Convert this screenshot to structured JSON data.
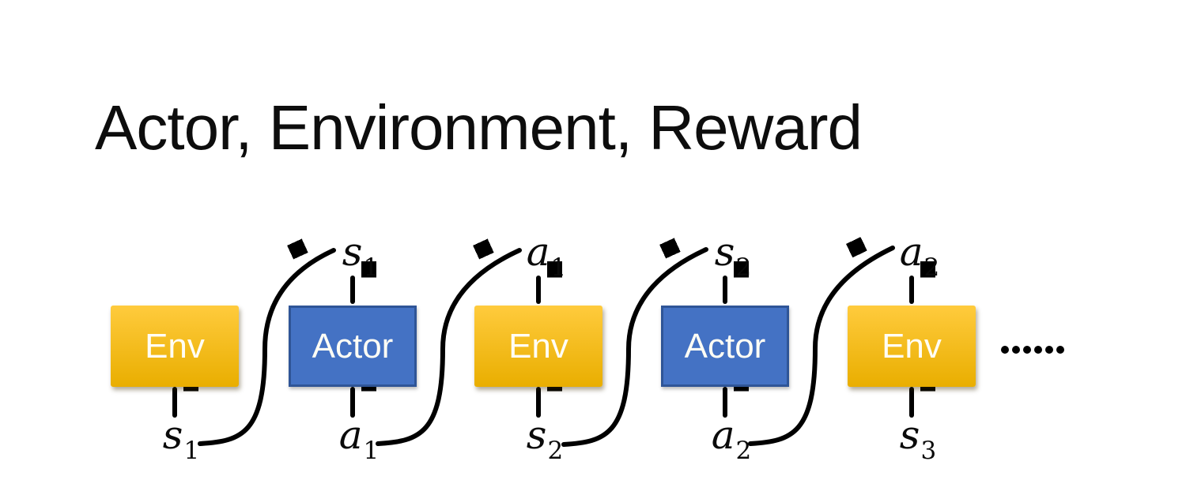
{
  "title": "Actor, Environment, Reward",
  "diagram": {
    "boxes": [
      {
        "label": "Env"
      },
      {
        "label": "Actor"
      },
      {
        "label": "Env"
      },
      {
        "label": "Actor"
      },
      {
        "label": "Env"
      }
    ],
    "top_labels": [
      {
        "base": "s",
        "sub": "1"
      },
      {
        "base": "a",
        "sub": "1"
      },
      {
        "base": "s",
        "sub": "2"
      },
      {
        "base": "a",
        "sub": "2"
      }
    ],
    "bottom_labels": [
      {
        "base": "s",
        "sub": "1"
      },
      {
        "base": "a",
        "sub": "1"
      },
      {
        "base": "s",
        "sub": "2"
      },
      {
        "base": "a",
        "sub": "2"
      },
      {
        "base": "s",
        "sub": "3"
      }
    ],
    "ellipsis_dot_count": 6
  },
  "colors": {
    "background": "#FFFFFF",
    "title_text": "#0d0d0d",
    "env_top": "#FFCB3D",
    "env_bottom": "#E9AE00",
    "actor_fill": "#4472C4",
    "actor_border": "#2F5597",
    "box_text": "#FFFDF5",
    "arrow": "#000000"
  }
}
